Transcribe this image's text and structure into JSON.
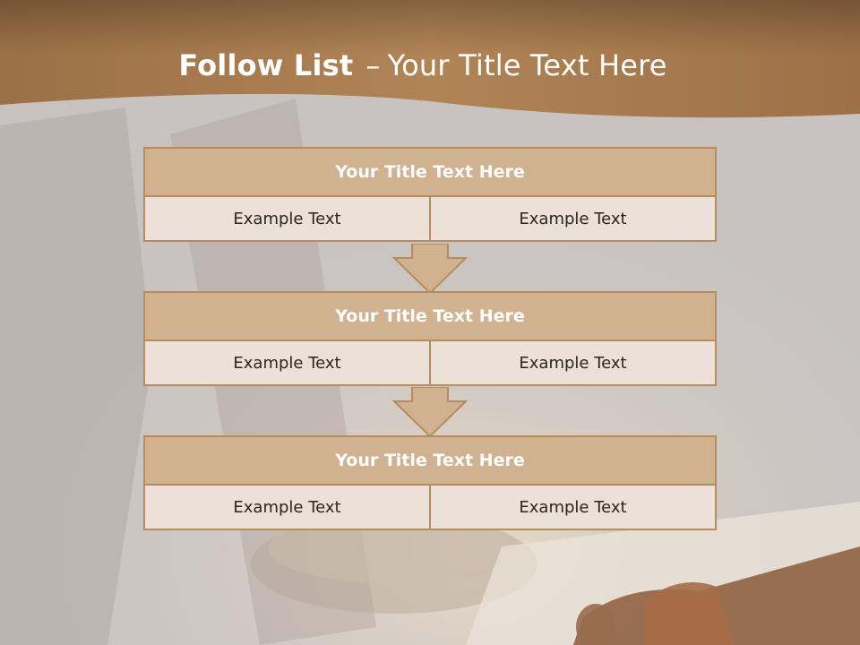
{
  "slide": {
    "title_bold": "Follow List",
    "title_dash": "–",
    "title_rest": "Your Title Text Here"
  },
  "blocks": [
    {
      "title": "Your Title Text Here",
      "left": "Example Text",
      "right": "Example Text"
    },
    {
      "title": "Your Title Text Here",
      "left": "Example Text",
      "right": "Example Text"
    },
    {
      "title": "Your Title Text Here",
      "left": "Example Text",
      "right": "Example Text"
    }
  ],
  "colors": {
    "banner": "#a87a4d",
    "header_fill": "#d1b290",
    "cell_fill": "#ebe1d8",
    "border": "#b98a5c"
  }
}
